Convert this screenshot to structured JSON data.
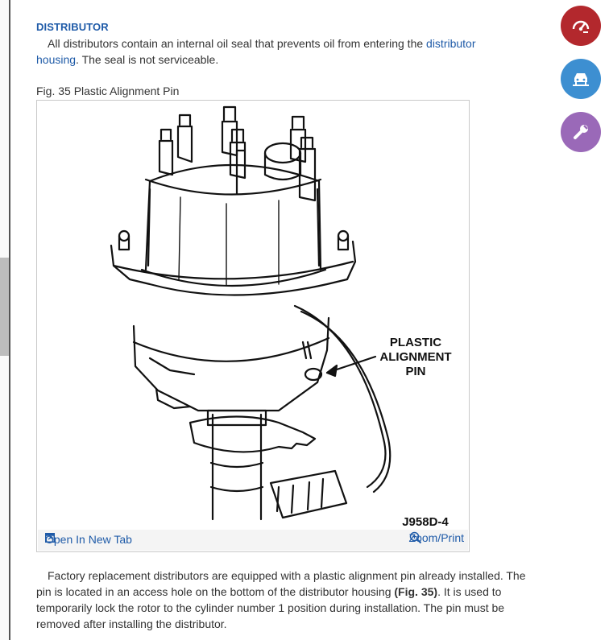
{
  "section": {
    "heading": "DISTRIBUTOR",
    "para1_pre": "All distributors contain an internal oil seal that prevents oil from entering the ",
    "para1_link": "distributor housing",
    "para1_post": ". The seal is not serviceable."
  },
  "figure": {
    "caption": "Fig. 35 Plastic Alignment Pin",
    "callout_lines": [
      "PLASTIC",
      "ALIGNMENT",
      "PIN"
    ],
    "code": "J958D-4",
    "open_tab_label": "Open In New Tab",
    "zoom_label": "Zoom/Print"
  },
  "body": {
    "para2_pre": "Factory replacement distributors are equipped with a plastic alignment pin already installed. The pin is located in an access hole on the bottom of the distributor housing ",
    "para2_bold": "(Fig. 35)",
    "para2_post": ". It is used to temporarily lock the rotor to the cylinder number 1 position during installation. The pin must be removed after installing the distributor."
  },
  "fabs": [
    {
      "icon": "engine-gauge-icon",
      "color": "#b3282d"
    },
    {
      "icon": "car-lift-icon",
      "color": "#3d8fd1"
    },
    {
      "icon": "wrench-icon",
      "color": "#9a69b8"
    }
  ]
}
